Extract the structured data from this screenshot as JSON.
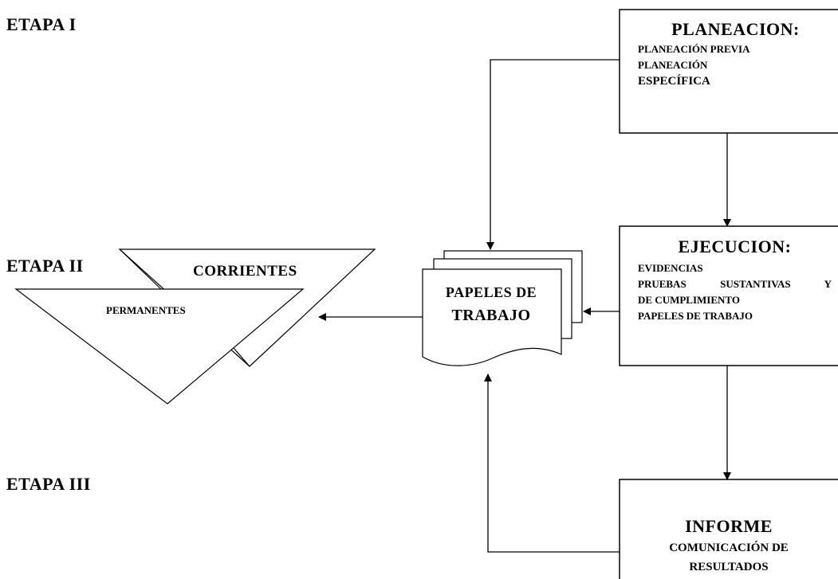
{
  "stages": {
    "stage1": "ETAPA I",
    "stage2": "ETAPA II",
    "stage3": "ETAPA III"
  },
  "planeacion": {
    "title": "PLANEACION:",
    "line1": "PLANEACIÓN PREVIA",
    "line2": "PLANEACIÓN",
    "line3": "ESPECÍFICA"
  },
  "ejecucion": {
    "title": "EJECUCION:",
    "line1": "EVIDENCIAS",
    "line2": "PRUEBAS SUSTANTIVAS Y",
    "line3": "DE CUMPLIMIENTO",
    "line4": "PAPELES DE TRABAJO"
  },
  "informe": {
    "title": "INFORME",
    "line1": "COMUNICACIÓN DE",
    "line2": "RESULTADOS"
  },
  "papeles": {
    "line1": "PAPELES DE",
    "line2": "TRABAJO"
  },
  "archivos": {
    "corrientes": "CORRIENTES",
    "permanentes": "PERMANENTES"
  }
}
